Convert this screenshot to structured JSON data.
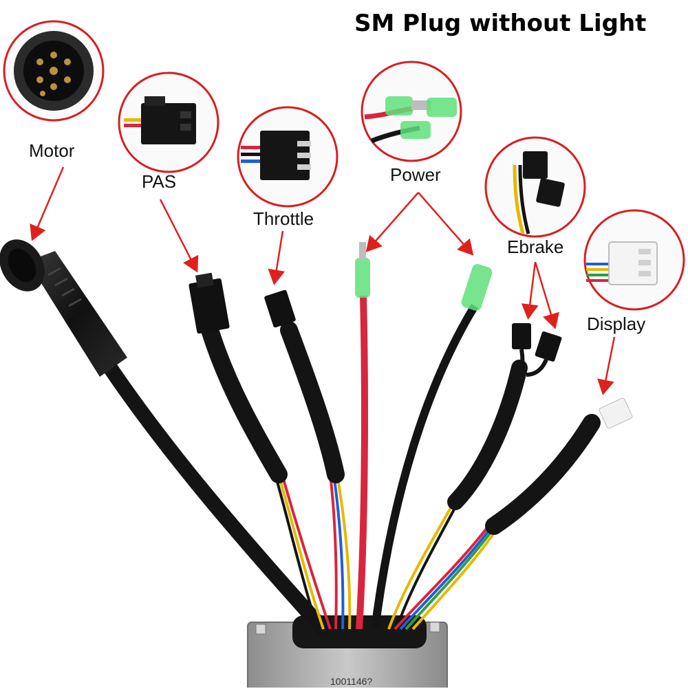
{
  "title": "SM Plug without Light",
  "labels": {
    "motor": "Motor",
    "pas": "PAS",
    "throttle": "Throttle",
    "power": "Power",
    "ebrake": "Ebrake",
    "display": "Display"
  },
  "controller": {
    "serial_text": "1001146?"
  },
  "colors": {
    "arrow": "#e0201c",
    "cable_black": "#141414",
    "wire_red": "#d7263d",
    "wire_yellow": "#e6b800",
    "wire_blue": "#1f5fd6",
    "wire_green": "#2e9e44",
    "green_connector": "#5fe07a",
    "controller_gray": "#9a9a9a"
  },
  "icons": [
    "motor-connector-icon",
    "pas-connector-icon",
    "throttle-connector-icon",
    "power-connector-icon",
    "ebrake-connector-icon",
    "display-connector-icon"
  ]
}
